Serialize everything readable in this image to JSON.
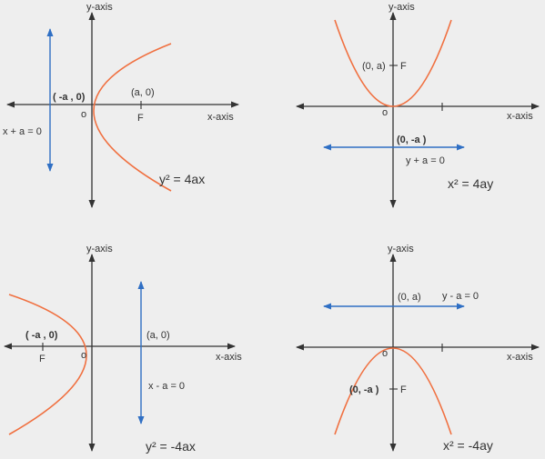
{
  "colors": {
    "background": "#eeeeee",
    "axis": "#333333",
    "parabola": "#f07040",
    "directrix": "#2f6fc4"
  },
  "panels": [
    {
      "id": "right",
      "y_axis_label": "y-axis",
      "x_axis_label": "x-axis",
      "origin_label": "o",
      "focus_label": "F",
      "focus_point_label": "(a, 0)",
      "vertex_point_label": "( -a , 0)",
      "directrix_label": "x + a = 0",
      "equation": "y² = 4ax"
    },
    {
      "id": "up",
      "y_axis_label": "y-axis",
      "x_axis_label": "x-axis",
      "origin_label": "o",
      "focus_label": "F",
      "focus_point_label": "(0, a)",
      "vertex_point_label": "(0, -a )",
      "directrix_label": "y + a = 0",
      "equation": "x² = 4ay"
    },
    {
      "id": "left",
      "y_axis_label": "y-axis",
      "x_axis_label": "x-axis",
      "origin_label": "o",
      "focus_label": "F",
      "focus_point_label": "( -a , 0)",
      "vertex_point_label": "(a, 0)",
      "directrix_label": "x - a = 0",
      "equation": "y² = -4ax"
    },
    {
      "id": "down",
      "y_axis_label": "y-axis",
      "x_axis_label": "x-axis",
      "origin_label": "o",
      "focus_label": "F",
      "focus_point_label": "(0, -a )",
      "vertex_point_label": "(0, a)",
      "directrix_label": "y - a = 0",
      "equation": "x² = -4ay"
    }
  ]
}
